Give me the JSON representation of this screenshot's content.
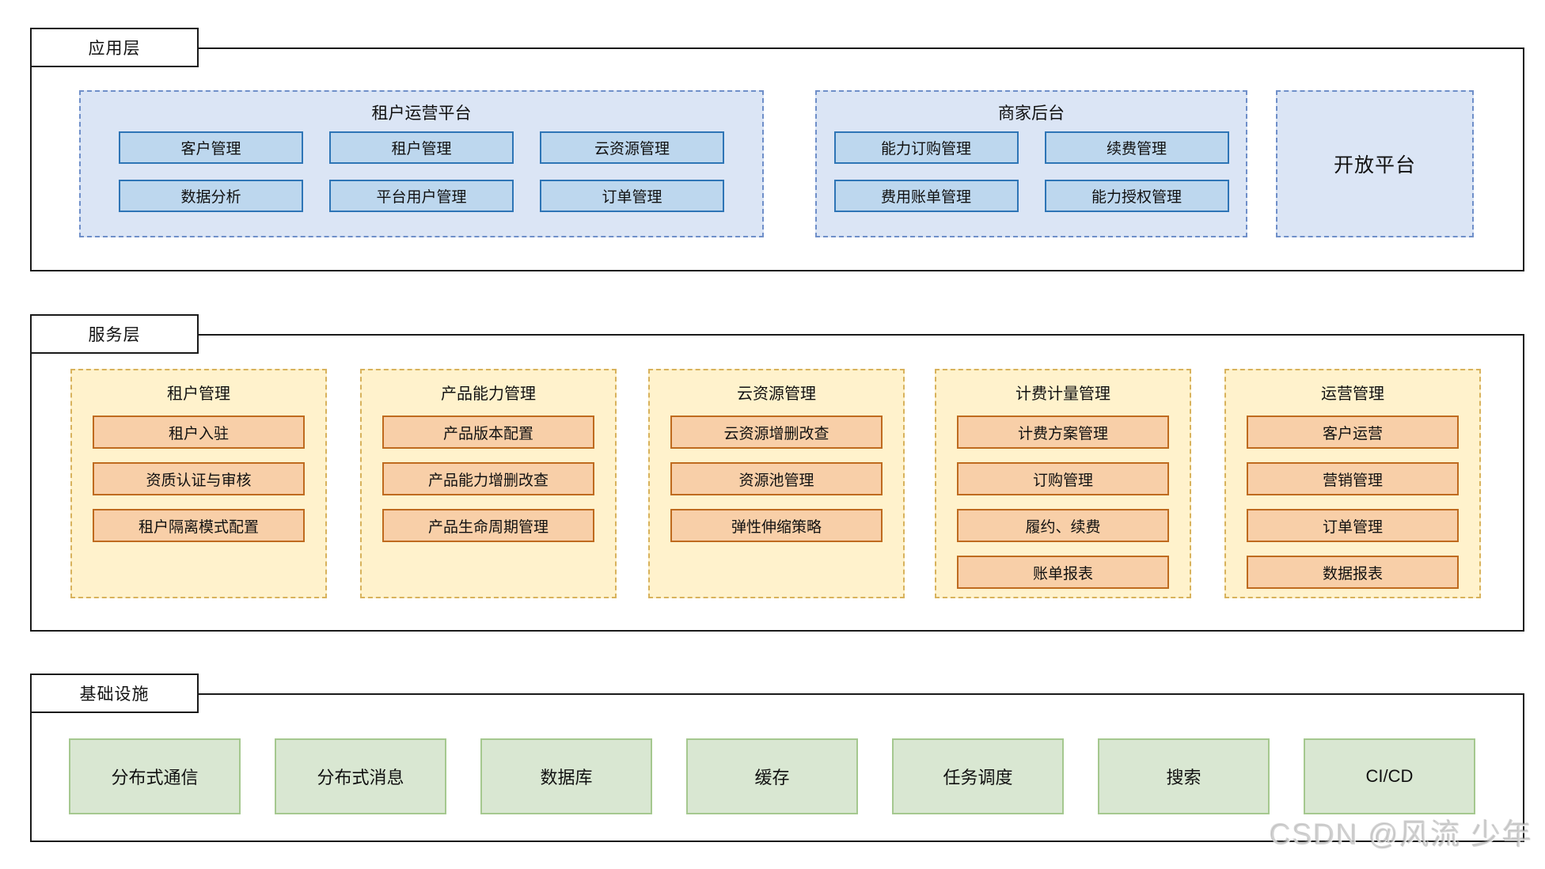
{
  "watermark": "CSDN @风流 少年",
  "colors": {
    "layer_border": "#1a1a1a",
    "blue_group_fill": "#dbe5f5",
    "blue_group_border": "#6f8fc9",
    "blue_box_fill": "#bdd7ee",
    "blue_box_border": "#2e75b6",
    "yellow_group_fill": "#fff2cc",
    "yellow_group_border": "#d8b25c",
    "orange_box_fill": "#f8cfa8",
    "orange_box_border": "#bf6b1f",
    "green_box_fill": "#d9e7d2",
    "green_box_border": "#a5c88f"
  },
  "layers": [
    {
      "tab": "应用层",
      "groups": [
        {
          "title": "租户运营平台",
          "items": [
            "客户管理",
            "租户管理",
            "云资源管理",
            "数据分析",
            "平台用户管理",
            "订单管理"
          ]
        },
        {
          "title": "商家后台",
          "items": [
            "能力订购管理",
            "续费管理",
            "费用账单管理",
            "能力授权管理"
          ]
        },
        {
          "title": "开放平台",
          "items": []
        }
      ]
    },
    {
      "tab": "服务层",
      "groups": [
        {
          "title": "租户管理",
          "items": [
            "租户入驻",
            "资质认证与审核",
            "租户隔离模式配置"
          ]
        },
        {
          "title": "产品能力管理",
          "items": [
            "产品版本配置",
            "产品能力增删改查",
            "产品生命周期管理"
          ]
        },
        {
          "title": "云资源管理",
          "items": [
            "云资源增删改查",
            "资源池管理",
            "弹性伸缩策略"
          ]
        },
        {
          "title": "计费计量管理",
          "items": [
            "计费方案管理",
            "订购管理",
            "履约、续费",
            "账单报表"
          ]
        },
        {
          "title": "运营管理",
          "items": [
            "客户运营",
            "营销管理",
            "订单管理",
            "数据报表"
          ]
        }
      ]
    },
    {
      "tab": "基础设施",
      "items": [
        "分布式通信",
        "分布式消息",
        "数据库",
        "缓存",
        "任务调度",
        "搜索",
        "CI/CD"
      ]
    }
  ]
}
